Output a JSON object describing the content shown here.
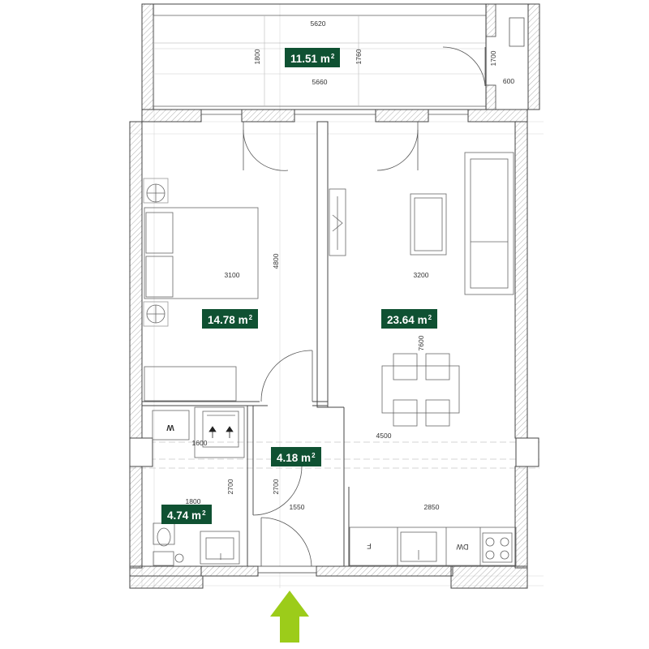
{
  "rooms": {
    "balcony": {
      "area": "11.51",
      "unit": "m",
      "unit_sup": "2"
    },
    "bedroom": {
      "area": "14.78",
      "unit": "m",
      "unit_sup": "2"
    },
    "living": {
      "area": "23.64",
      "unit": "m",
      "unit_sup": "2"
    },
    "hall": {
      "area": "4.18",
      "unit": "m",
      "unit_sup": "2"
    },
    "bathroom": {
      "area": "4.74",
      "unit": "m",
      "unit_sup": "2"
    }
  },
  "dimensions": {
    "balcony_top": "5620",
    "balcony_bottom": "5660",
    "balcony_left_height": "1800",
    "balcony_right_height": "1760",
    "storage_height": "1700",
    "storage_width": "600",
    "bedroom_width": "3100",
    "bedroom_height": "4800",
    "living_width": "3200",
    "living_height": "7600",
    "living_kitchen_width": "4500",
    "bath_top_width": "1600",
    "bath_width": "1800",
    "bath_height": "2700",
    "hall_height": "2700",
    "hall_width": "1550",
    "kitchen_width": "2850"
  },
  "appliances": {
    "washer_label": "W",
    "fridge_label": "F",
    "dishwasher_label": "DW"
  },
  "colors": {
    "area_label_bg": "#0f5132",
    "entrance_arrow": "#9ccc1a",
    "wall_hatch": "#9a9a9a"
  },
  "icons": {
    "entrance": "up-arrow-icon"
  }
}
